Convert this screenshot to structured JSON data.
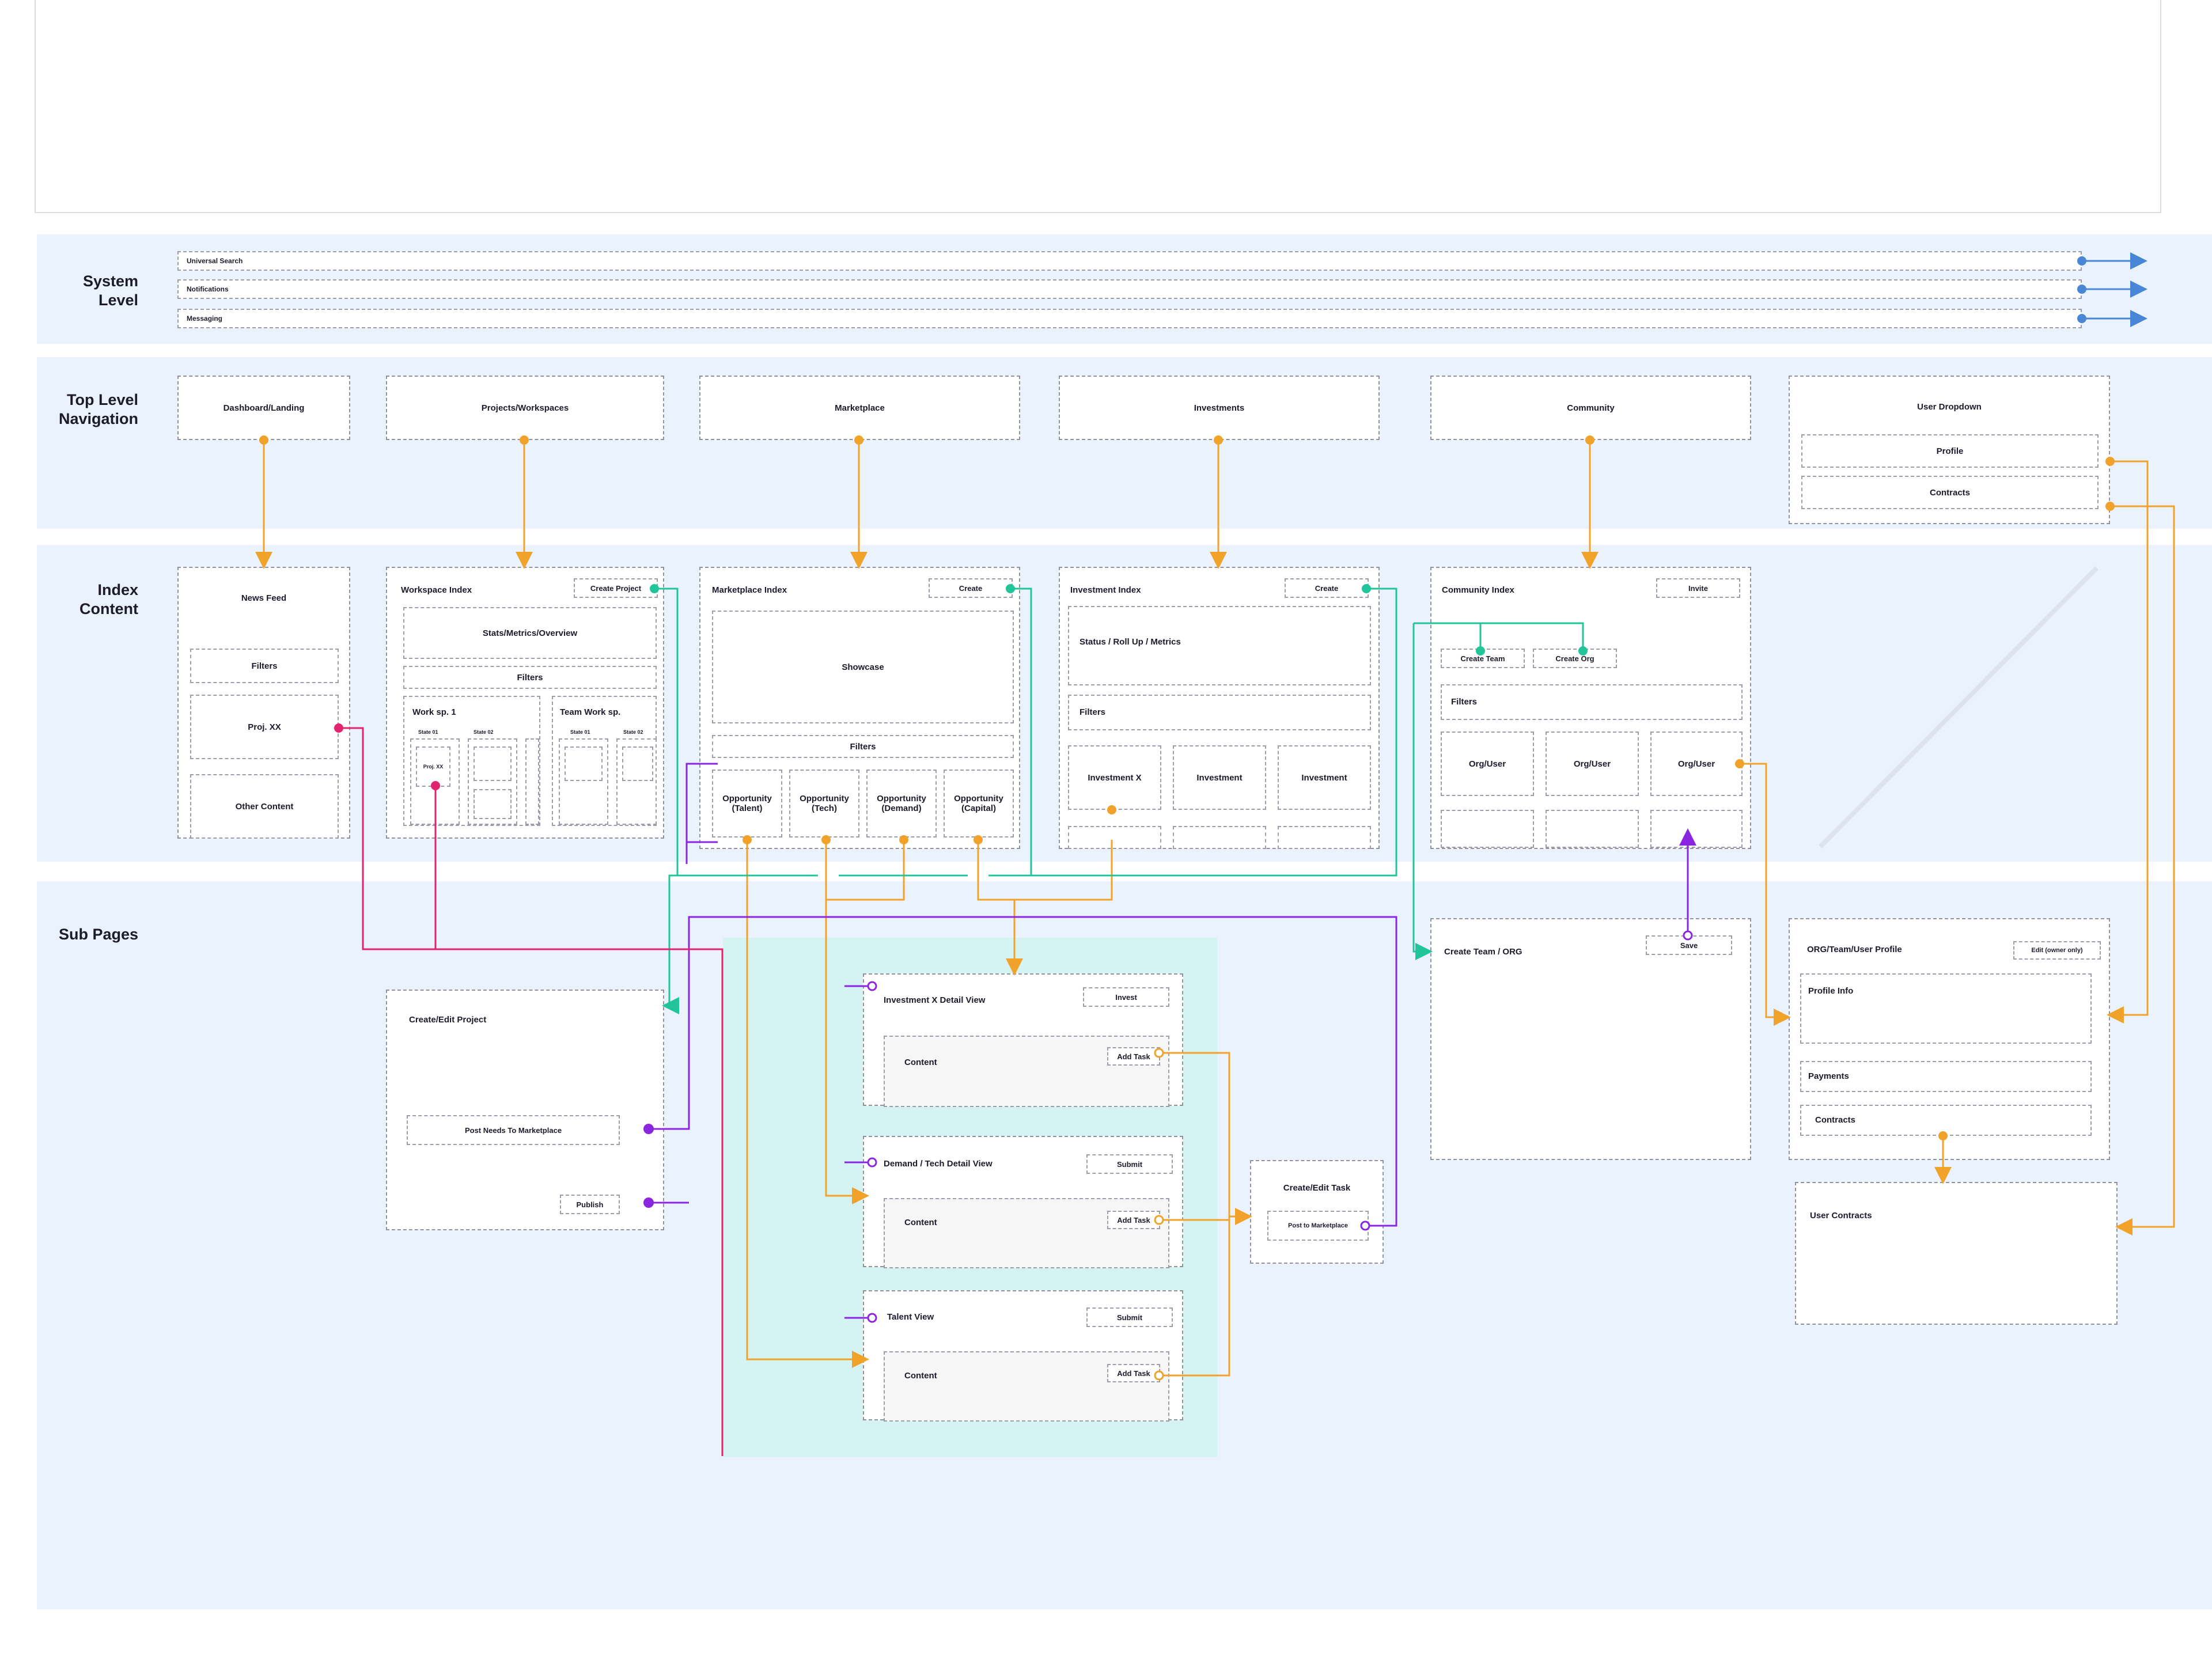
{
  "colors": {
    "orange": "#f0a22b",
    "teal": "#22c49a",
    "purple": "#8a25e0",
    "magenta": "#e0246f",
    "blue": "#4a86d6",
    "band": "#eaf2fd",
    "teal_zone": "#d6f3f3"
  },
  "bands": {
    "system": "System Level",
    "top_nav": "Top Level Navigation",
    "index": "Index Content",
    "sub": "Sub Pages"
  },
  "system": {
    "rows": [
      "Universal Search",
      "Notifications",
      "Messaging"
    ]
  },
  "top_nav": {
    "dashboard": "Dashboard/Landing",
    "projects": "Projects/Workspaces",
    "marketplace": "Marketplace",
    "investments": "Investments",
    "community": "Community",
    "user_dropdown": "User Dropdown",
    "profile": "Profile",
    "contracts": "Contracts"
  },
  "index": {
    "news_feed": {
      "title": "News Feed",
      "filters": "Filters",
      "proj": "Proj. XX",
      "other": "Other Content"
    },
    "workspace": {
      "title": "Workspace Index",
      "create": "Create Project",
      "stats": "Stats/Metrics/Overview",
      "filters": "Filters",
      "work": "Work sp. 1",
      "team": "Team Work sp.",
      "state1": "State 01",
      "state2": "State 02",
      "proj": "Proj. XX"
    },
    "marketplace": {
      "title": "Marketplace Index",
      "create": "Create",
      "showcase": "Showcase",
      "filters": "Filters",
      "opps": [
        "Opportunity (Talent)",
        "Opportunity (Tech)",
        "Opportunity (Demand)",
        "Opportunity (Capital)"
      ]
    },
    "investment": {
      "title": "Investment Index",
      "create": "Create",
      "status": "Status / Roll Up / Metrics",
      "filters": "Filters",
      "cards": [
        "Investment X",
        "Investment",
        "Investment"
      ]
    },
    "community": {
      "title": "Community Index",
      "invite": "Invite",
      "create_team": "Create Team",
      "create_org": "Create Org",
      "filters": "Filters",
      "cards": [
        "Org/User",
        "Org/User",
        "Org/User"
      ]
    }
  },
  "sub": {
    "create_project": {
      "title": "Create/Edit Project",
      "post": "Post Needs To Marketplace",
      "publish": "Publish"
    },
    "investment_detail": {
      "title": "Investment X Detail View",
      "button": "Invest",
      "content": "Content",
      "add": "Add Task"
    },
    "demand_detail": {
      "title": "Demand / Tech Detail View",
      "button": "Submit",
      "content": "Content",
      "add": "Add Task"
    },
    "talent": {
      "title": "Talent View",
      "button": "Submit",
      "content": "Content",
      "add": "Add Task"
    },
    "create_task": {
      "title": "Create/Edit Task",
      "post": "Post to Marketplace"
    },
    "create_team": {
      "title": "Create Team / ORG",
      "save": "Save"
    },
    "profile": {
      "title": "ORG/Team/User Profile",
      "edit": "Edit (owner only)",
      "info": "Profile Info",
      "payments": "Payments",
      "contracts": "Contracts"
    },
    "user_contracts": {
      "title": "User Contracts"
    }
  }
}
